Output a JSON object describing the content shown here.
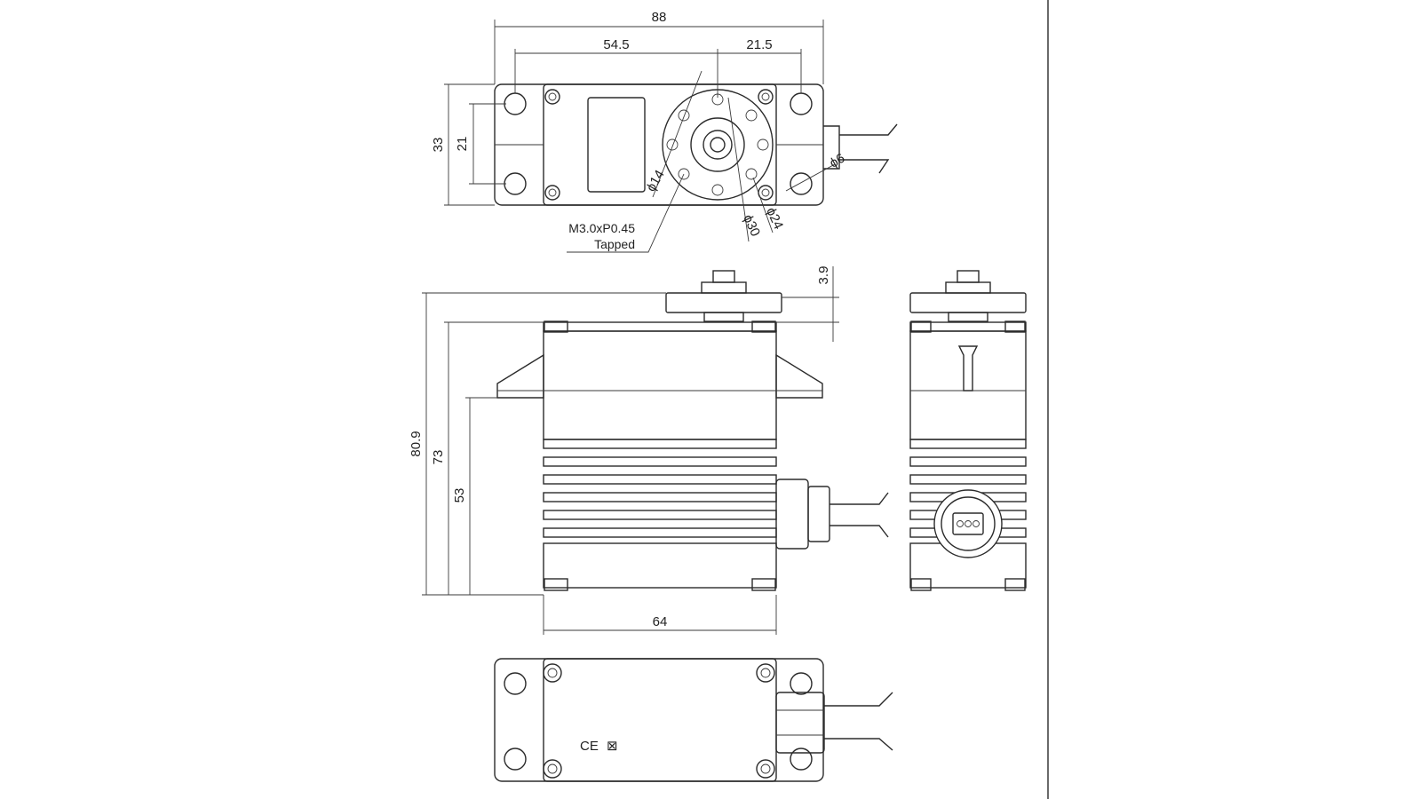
{
  "drawing": {
    "dimensions": {
      "overall_width": "88",
      "mount_spacing": "54.5",
      "horn_offset": "21.5",
      "overall_depth": "33",
      "mount_depth": "21",
      "horn_inner_dia": "ϕ14",
      "horn_outer_dia": "ϕ30",
      "horn_mid_dia": "ϕ24",
      "hole_dia": "ϕ6",
      "horn_height": "3.9",
      "total_height": "80.9",
      "case_height": "73",
      "flange_height": "53",
      "case_width": "64"
    },
    "notes": {
      "thread_spec": "M3.0xP0.45",
      "thread_note": "Tapped"
    },
    "marks": {
      "ce_mark": "CE",
      "weee_mark": "⊠"
    },
    "colors": {
      "line": "#2b2b2b",
      "background": "#ffffff"
    }
  }
}
